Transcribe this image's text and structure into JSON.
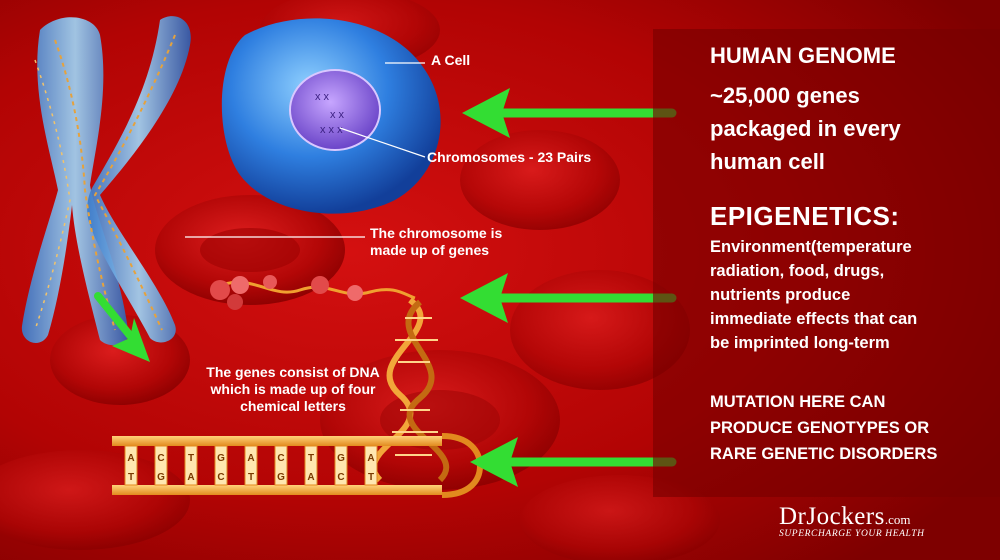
{
  "labels": {
    "cell": "A Cell",
    "chromosomes": "Chromosomes - 23 Pairs",
    "chromosome_genes": [
      "The chromosome is",
      "made up of genes"
    ],
    "dna": [
      "The genes consist of DNA",
      "which is made up of four",
      "chemical letters"
    ]
  },
  "panel": {
    "genome_title": "HUMAN GENOME",
    "genome_body": [
      "~25,000 genes",
      "packaged in every",
      "human cell"
    ],
    "epigenetics_title": "EPIGENETICS:",
    "epigenetics_body": [
      "Environment(temperature",
      "radiation, food, drugs,",
      "nutrients produce",
      "immediate effects that can",
      "be imprinted long-term"
    ],
    "mutation_body": [
      "MUTATION HERE CAN",
      "PRODUCE GENOTYPES OR",
      "RARE GENETIC DISORDERS"
    ]
  },
  "dna_bases": {
    "top": [
      "A",
      "C",
      "T",
      "G",
      "A",
      "C",
      "T",
      "G",
      "A"
    ],
    "bottom": [
      "T",
      "G",
      "A",
      "C",
      "T",
      "G",
      "A",
      "C",
      "T"
    ]
  },
  "brand": {
    "name": "DrJockers",
    "com": ".com",
    "tagline": "SUPERCHARGE YOUR HEALTH"
  },
  "colors": {
    "background": "#b40404",
    "panel": "#780000",
    "arrow": "#33dd33",
    "text": "#ffffff"
  }
}
